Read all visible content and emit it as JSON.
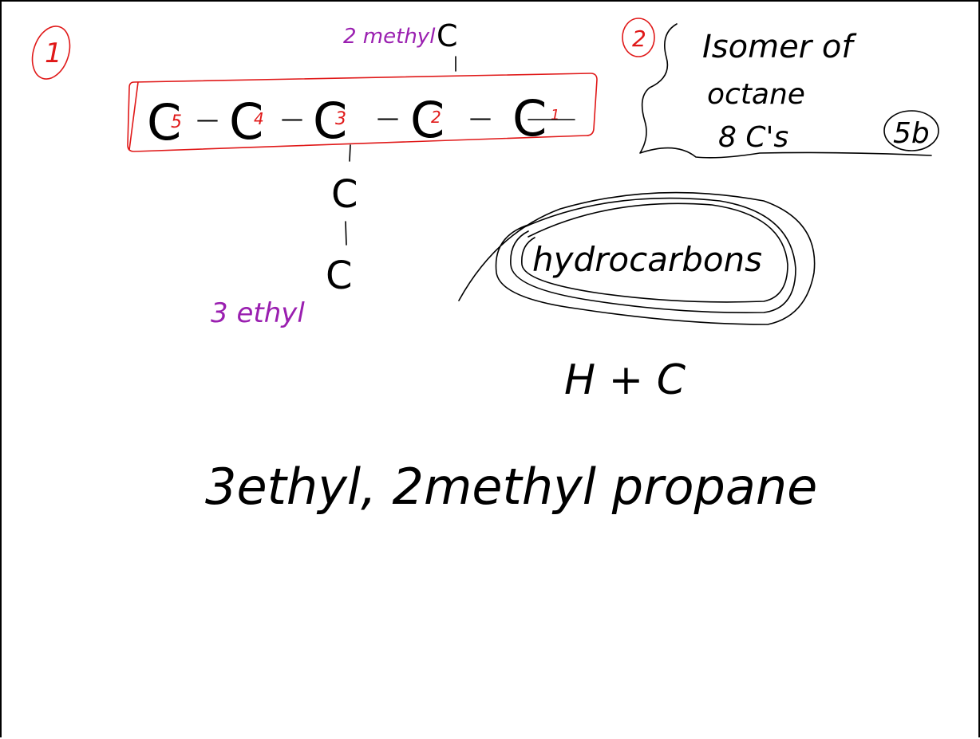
{
  "colors": {
    "ink": "#000000",
    "red": "#e01818",
    "purple": "#9a1fb0",
    "background": "#ffffff"
  },
  "labels": {
    "question_1": "1",
    "question_2": "2",
    "methyl_label": "2 methyl",
    "ethyl_label": "3 ethyl",
    "carbon": "C",
    "dash": "—",
    "bond_vertical": "|",
    "chain_numbers": [
      "5",
      "4",
      "3",
      "2",
      "1"
    ],
    "isomer_line1": "Isomer of",
    "isomer_line2": "octane",
    "isomer_line3": "8 C's",
    "isomer_circled": "5b",
    "hydrocarbon": "hydrocarbons",
    "h_plus_c": "H + C",
    "name_answer": "3ethyl, 2methyl propane"
  }
}
